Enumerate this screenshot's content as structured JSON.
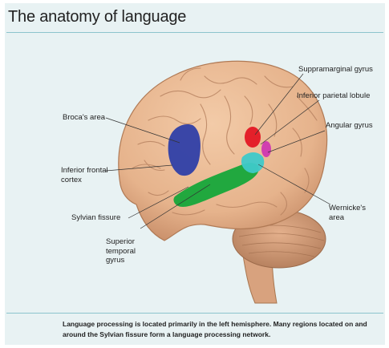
{
  "title": "The anatomy of language",
  "labels": {
    "brocas_area": "Broca's area",
    "inferior_frontal_cortex": "Inferior frontal\ncortex",
    "sylvian_fissure": "Sylvian fissure",
    "superior_temporal_gyrus": "Superior\ntemporal\ngyrus",
    "supramarginal_gyrus": "Suppramarginal gyrus",
    "inferior_parietal_lobule": "Inferior parietal lobule",
    "angular_gyrus": "Angular gyrus",
    "wernickes_area": "Wernicke's\narea"
  },
  "colors": {
    "brocas_area": "#2f3fa8",
    "superior_temporal_gyrus": "#16a63a",
    "supramarginal_gyrus": "#e4202a",
    "angular_gyrus": "#d13fb0",
    "wernickes_area": "#3fc9c9",
    "brain": "#e9b994",
    "accent_rule": "#8cc4cc",
    "background": "#e8f2f3"
  },
  "caption": "Language processing is located primarily in the left hemisphere. Many regions located on and around the Sylvian fissure form a language processing network."
}
